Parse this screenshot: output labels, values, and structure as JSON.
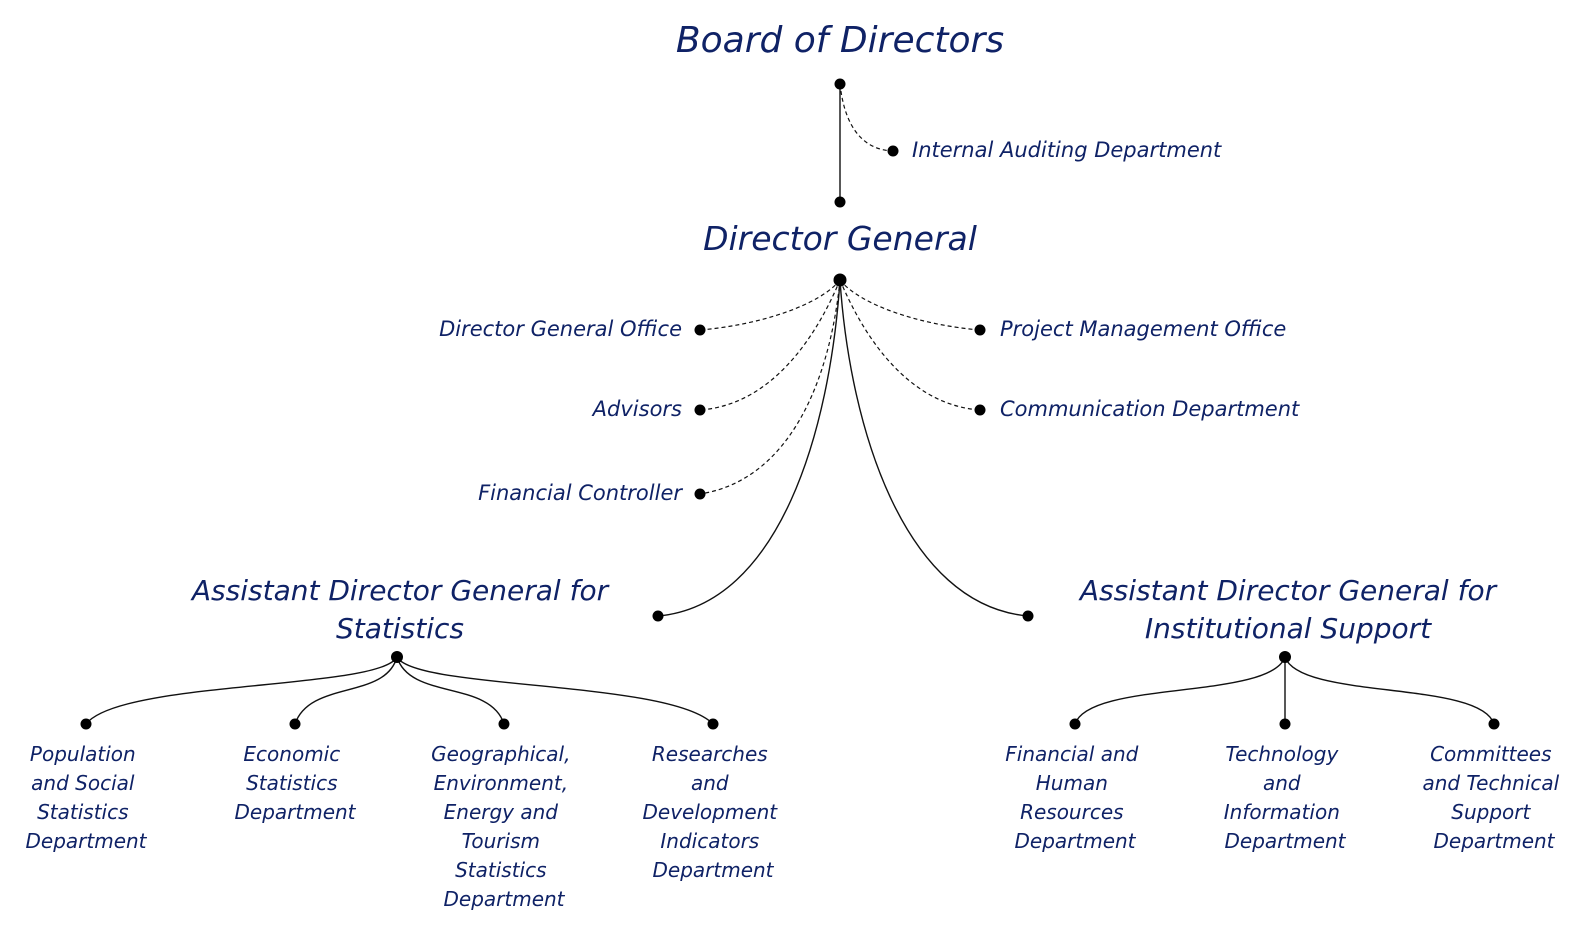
{
  "org_chart": {
    "root": {
      "label": "Board of Directors",
      "advisory": [
        "Internal Auditing Department"
      ]
    },
    "director_general": {
      "label": "Director General",
      "left_units": [
        "Director General Office",
        "Advisors",
        "Financial Controller"
      ],
      "right_units": [
        "Project Management Office",
        "Communication Department"
      ]
    },
    "branches": [
      {
        "label_lines": [
          "Assistant Director General for",
          "Statistics"
        ],
        "departments": [
          [
            "Population",
            "and Social",
            "Statistics",
            "Department"
          ],
          [
            "Economic",
            "Statistics",
            "Department"
          ],
          [
            "Geographical,",
            "Environment,",
            "Energy and",
            "Tourism",
            "Statistics",
            "Department"
          ],
          [
            "Researches",
            "and",
            "Development",
            "Indicators",
            "Department"
          ]
        ]
      },
      {
        "label_lines": [
          "Assistant Director General for",
          "Institutional Support"
        ],
        "departments": [
          [
            "Financial and",
            "Human",
            "Resources",
            "Department"
          ],
          [
            "Technology",
            "and",
            "Information",
            "Department"
          ],
          [
            "Committees",
            "and Technical",
            "Support",
            "Department"
          ]
        ]
      }
    ]
  },
  "colors": {
    "text": "#0f2266",
    "line": "#111111",
    "dot": "#000000"
  }
}
